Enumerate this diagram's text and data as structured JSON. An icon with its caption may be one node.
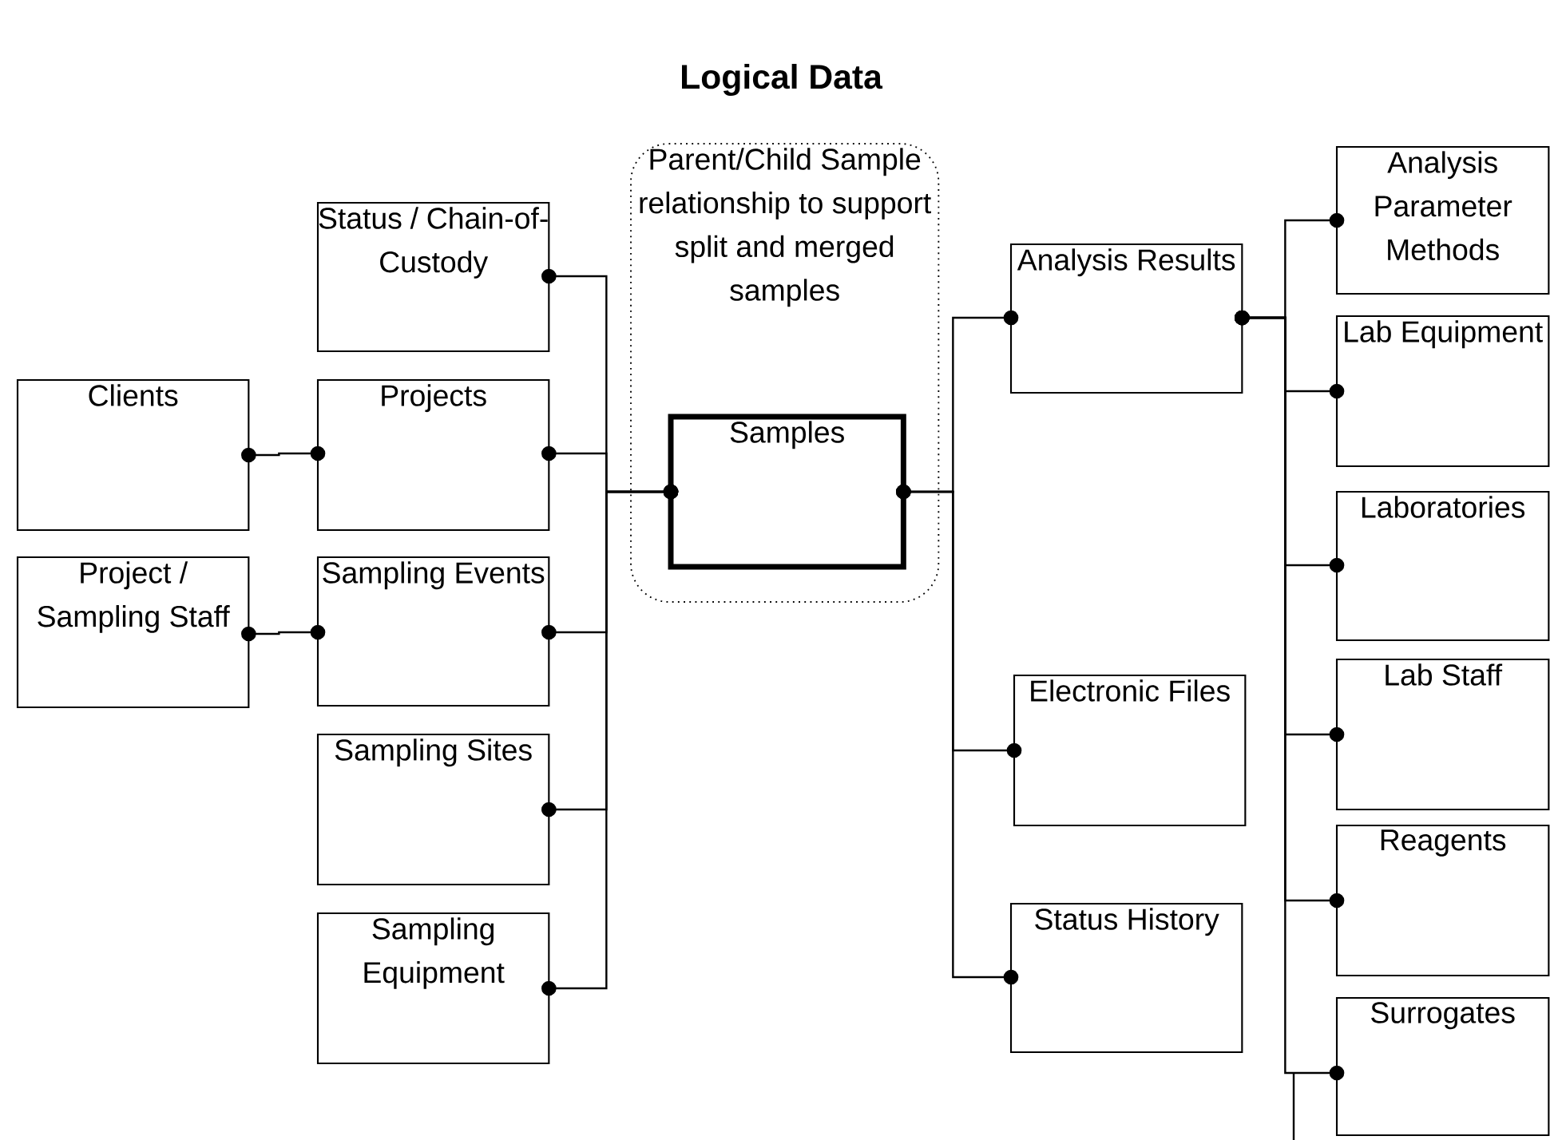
{
  "diagram": {
    "title": "Logical Data",
    "nodes": [
      {
        "text": [
          "Clients"
        ]
      },
      {
        "text": [
          "Project / Sampling Staff"
        ]
      },
      {
        "text": [
          "Status / Chain-of-Custody"
        ]
      },
      {
        "text": [
          "Projects"
        ]
      },
      {
        "text": [
          "Sampling Events"
        ]
      },
      {
        "text": [
          "Sampling Sites"
        ]
      },
      {
        "text": [
          "Sampling Equipment"
        ]
      },
      {
        "text": [
          "Parent/Child Sample relationship to support split and merged samples"
        ]
      },
      {
        "text": [
          "Samples"
        ],
        "in": 7
      },
      {
        "text": [
          "Analysis Results"
        ]
      },
      {
        "text": [
          "Electronic Files"
        ]
      },
      {
        "text": [
          "Status History"
        ]
      },
      {
        "text": [
          "Analysis Parameter Methods"
        ]
      },
      {
        "text": [
          "Lab Equipment"
        ]
      },
      {
        "text": [
          "Laboratories"
        ]
      },
      {
        "text": [
          "Lab Staff"
        ]
      },
      {
        "text": [
          "Reagents"
        ]
      },
      {
        "text": [
          "Surrogates"
        ]
      }
    ],
    "edges": [
      {
        "from": 0,
        "to": 3,
        "arrow": "other"
      },
      {
        "from": 1,
        "to": 4,
        "arrow": "other"
      },
      {
        "from": 2,
        "to": 8,
        "arrow": "other"
      },
      {
        "from": 3,
        "to": 8,
        "arrow": "other"
      },
      {
        "from": 4,
        "to": 8,
        "arrow": "other"
      },
      {
        "from": 5,
        "to": 8,
        "arrow": "other"
      },
      {
        "from": 6,
        "to": 8,
        "arrow": "other"
      },
      {
        "from": 8,
        "to": 9,
        "arrow": "other"
      },
      {
        "from": 8,
        "to": 10,
        "arrow": "other"
      },
      {
        "from": 8,
        "to": 11,
        "arrow": "other"
      },
      {
        "from": 9,
        "to": 12,
        "arrow": "other"
      },
      {
        "from": 9,
        "to": 13,
        "arrow": "other"
      },
      {
        "from": 9,
        "to": 14,
        "arrow": "other"
      },
      {
        "from": 9,
        "to": 15,
        "arrow": "other"
      },
      {
        "from": 9,
        "to": 16,
        "arrow": "other"
      },
      {
        "from": 9,
        "to": 17,
        "arrow": "other"
      }
    ]
  }
}
